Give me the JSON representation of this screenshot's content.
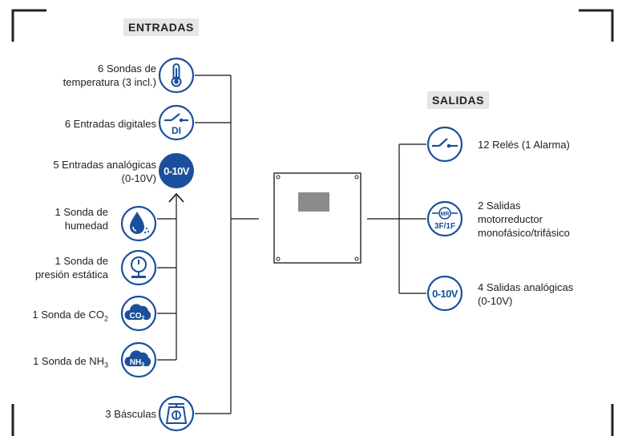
{
  "headers": {
    "inputs": "ENTRADAS",
    "outputs": "SALIDAS"
  },
  "inputs": [
    {
      "label_lines": [
        "6 Sondas de",
        "temperatura (3 incl.)"
      ],
      "icon": "thermometer-icon"
    },
    {
      "label_lines": [
        "6 Entradas digitales"
      ],
      "icon": "digital-input-icon",
      "icon_text": "DI"
    },
    {
      "label_lines": [
        "5 Entradas analógicas",
        "(0-10V)"
      ],
      "icon": "analog-input-icon",
      "icon_text": "0-10V"
    },
    {
      "label_lines": [
        "1 Sonda de",
        "humedad"
      ],
      "icon": "humidity-drop-icon"
    },
    {
      "label_lines": [
        "1 Sonda de",
        "presión estática"
      ],
      "icon": "pressure-gauge-icon"
    },
    {
      "label_main": "1 Sonda de CO",
      "label_sub": "2",
      "icon": "co2-cloud-icon",
      "icon_text": "CO",
      "icon_sub": "2"
    },
    {
      "label_main": "1 Sonda de NH",
      "label_sub": "3",
      "icon": "nh3-cloud-icon",
      "icon_text": "NH",
      "icon_sub": "3"
    },
    {
      "label_lines": [
        "3 Básculas"
      ],
      "icon": "scale-icon"
    }
  ],
  "outputs": [
    {
      "label_lines": [
        "12 Relés (1 Alarma)"
      ],
      "icon": "relay-switch-icon"
    },
    {
      "label_lines": [
        "2 Salidas",
        "motorreductor",
        "monofásico/trifásico"
      ],
      "icon": "motor-reducer-icon",
      "icon_top": "MR",
      "icon_bottom": "3F/1F"
    },
    {
      "label_lines": [
        "4 Salidas analógicas",
        "(0-10V)"
      ],
      "icon": "analog-output-icon",
      "icon_text": "0-10V"
    }
  ],
  "colors": {
    "accent": "#1a4f9c",
    "line": "#111111",
    "header_bg": "#e6e6e6",
    "screen": "#8c8c8c"
  }
}
